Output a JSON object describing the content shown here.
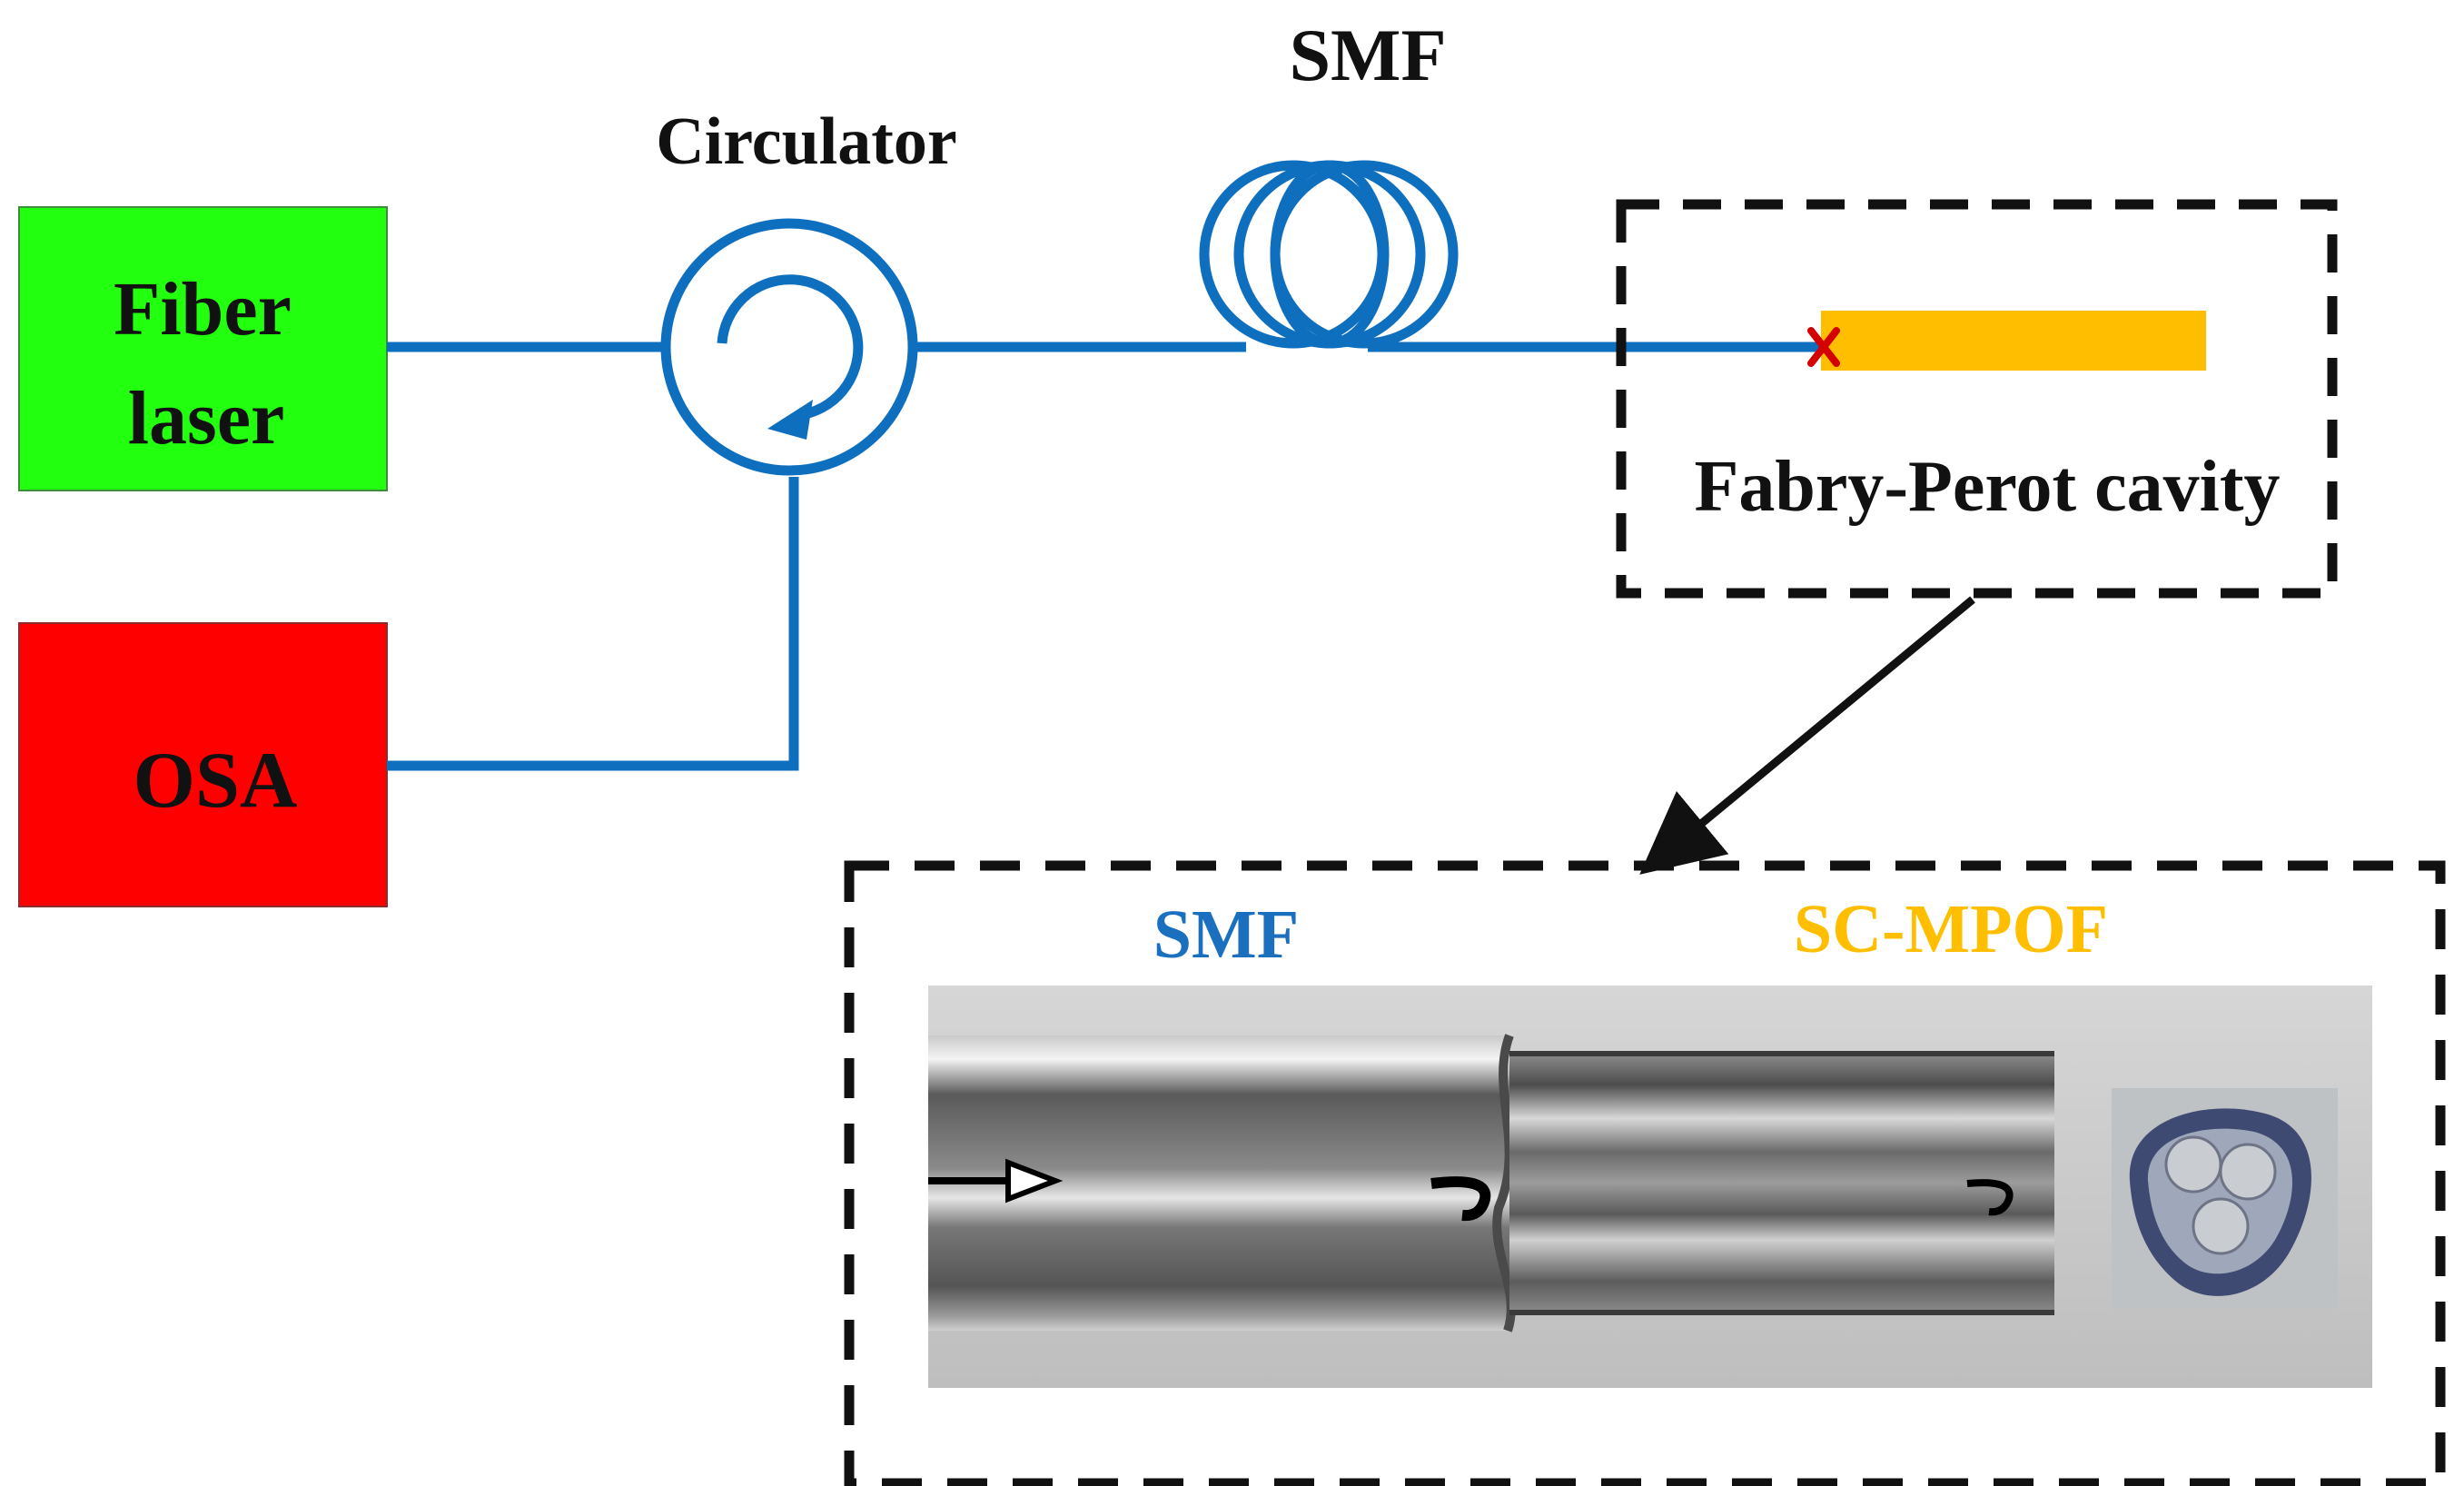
{
  "labels": {
    "fiber_laser_line1": "Fiber",
    "fiber_laser_line2": "laser",
    "osa": "OSA",
    "circulator": "Circulator",
    "smf_coil": "SMF",
    "fabry_perot": "Fabry-Perot cavity",
    "micro_smf": "SMF",
    "micro_scmpof": "SC-MPOF"
  },
  "colors": {
    "laser_box": "#22ff0f",
    "osa_box": "#ff0000",
    "fiber_blue": "#0f6fbf",
    "cavity_orange": "#ffbf00",
    "splice_mark": "#d40000",
    "dash_black": "#111111"
  }
}
